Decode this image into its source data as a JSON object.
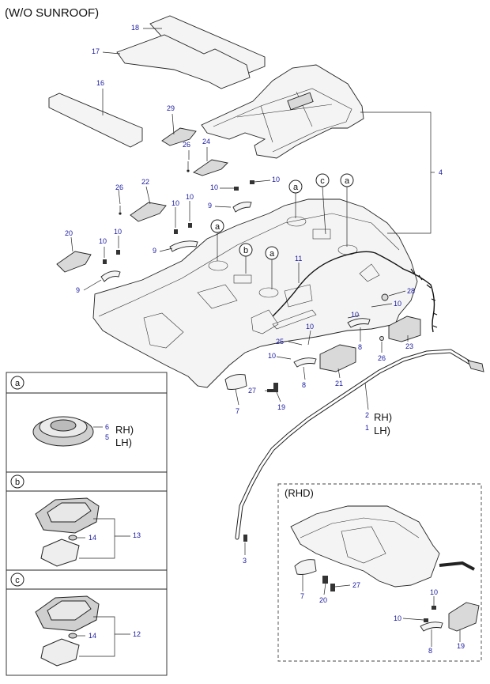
{
  "title": "(W/O SUNROOF)",
  "rhd_title": "(RHD)",
  "callout_letters": {
    "a": "a",
    "b": "b",
    "c": "c"
  },
  "main_labels": {
    "p18": "18",
    "p17": "17",
    "p16": "16",
    "p29": "29",
    "p26a": "26",
    "p24": "24",
    "p26b": "26",
    "p22": "22",
    "p10a": "10",
    "p10b": "10",
    "p9a": "9",
    "p10c": "10",
    "p10d": "10",
    "p20": "20",
    "p10e": "10",
    "p10f": "10",
    "p9b": "9",
    "p9c": "9",
    "p11": "11",
    "p4": "4",
    "p28": "28",
    "p10g": "10",
    "p10h": "10",
    "p10i": "10",
    "p25": "25",
    "p10j": "10",
    "p8a": "8",
    "p26c": "26",
    "p23": "23",
    "p8b": "8",
    "p21": "21",
    "p27": "27",
    "p7": "7",
    "p19": "19",
    "p2": "2",
    "p1": "1",
    "p3": "3"
  },
  "rh_lh": {
    "rh": "RH)",
    "lh": "LH)"
  },
  "panel_a": {
    "n6": "6",
    "n5": "5",
    "rh": "RH)",
    "lh": "LH)"
  },
  "panel_b": {
    "n14": "14",
    "n13": "13"
  },
  "panel_c": {
    "n14": "14",
    "n12": "12"
  },
  "rhd_labels": {
    "n7": "7",
    "n20": "20",
    "n27": "27",
    "n10a": "10",
    "n10b": "10",
    "n8": "8",
    "n19": "19"
  }
}
